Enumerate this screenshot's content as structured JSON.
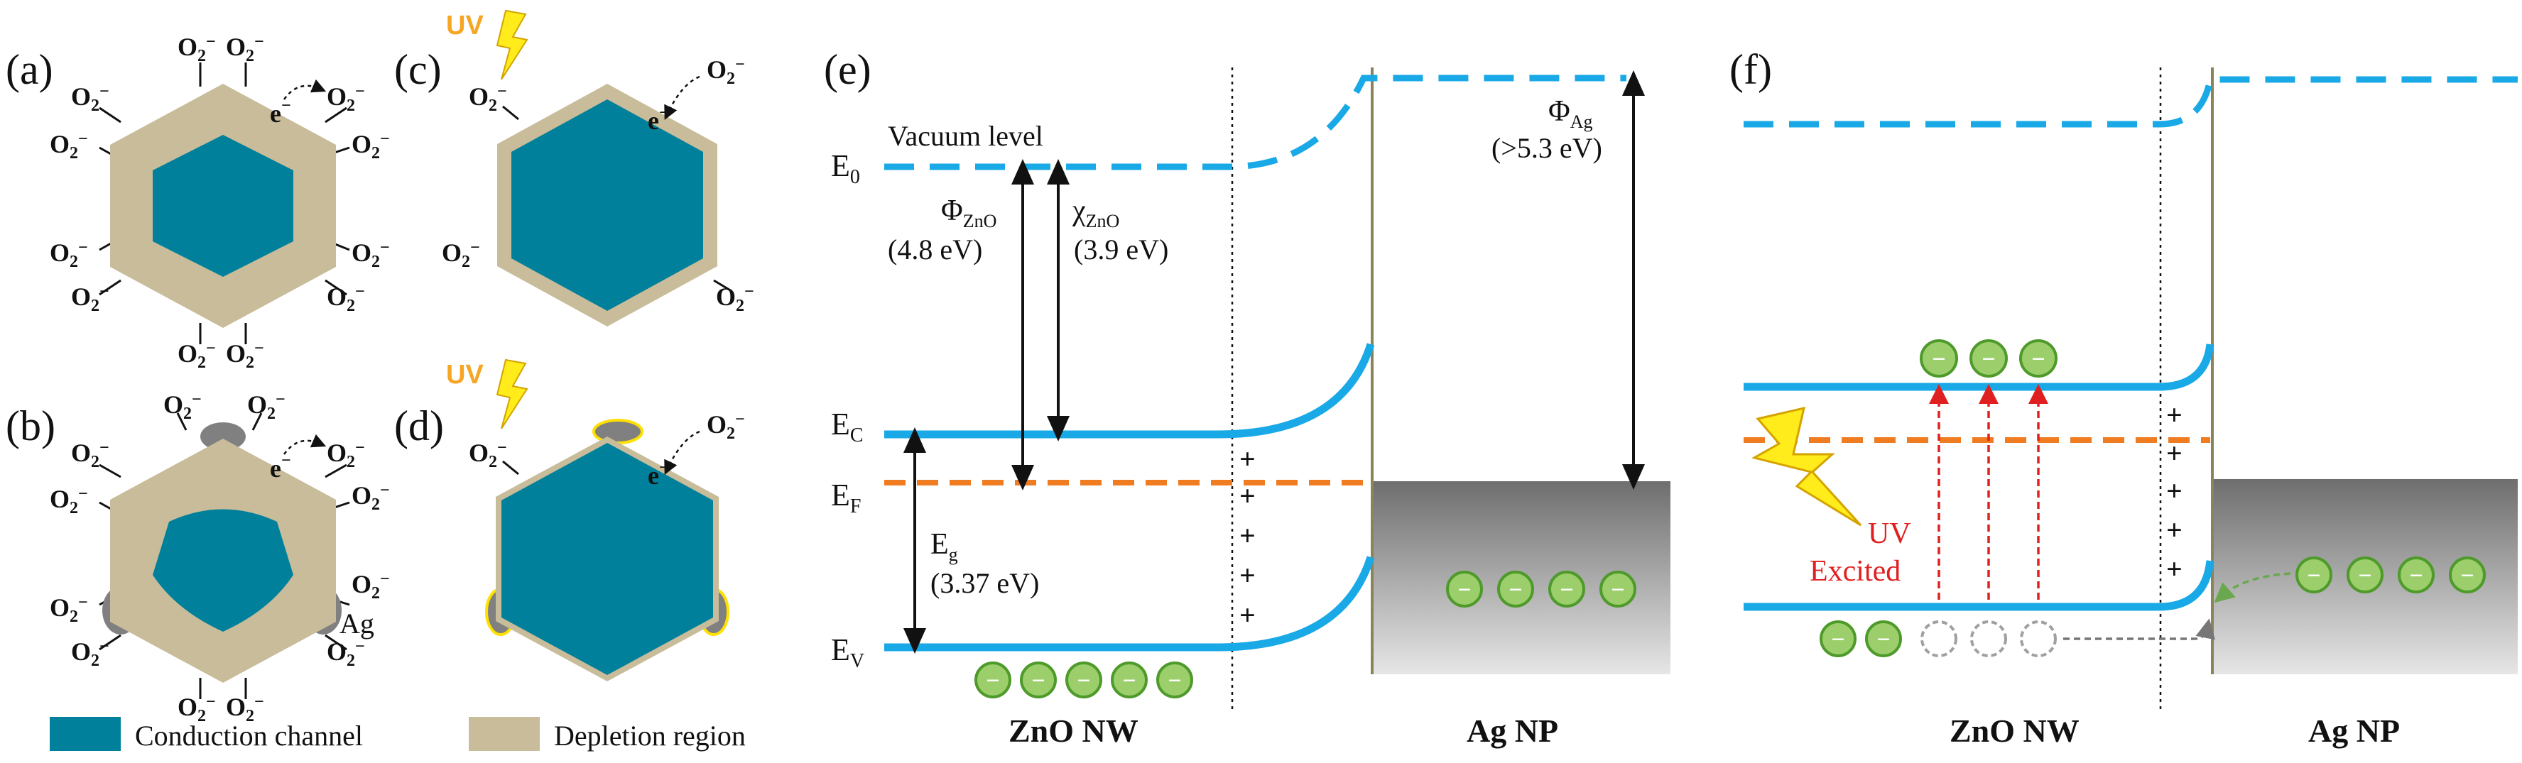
{
  "panels": {
    "a": "(a)",
    "b": "(b)",
    "c": "(c)",
    "d": "(d)",
    "e": "(e)",
    "f": "(f)"
  },
  "species": {
    "oxygen_base": "O",
    "oxygen_sub": "2",
    "oxygen_sup": "−",
    "electron_base": "e",
    "electron_sup": "−"
  },
  "uv": "UV",
  "ag_label": "Ag",
  "legend": {
    "conduction": "Conduction channel",
    "depletion": "Depletion region"
  },
  "band_e": {
    "vacuum": "Vacuum level",
    "e0_base": "E",
    "e0_sub": "0",
    "ec_base": "E",
    "ec_sub": "C",
    "ef_base": "E",
    "ef_sub": "F",
    "ev_base": "E",
    "ev_sub": "V",
    "phi_zno_base": "Φ",
    "phi_zno_sub": "ZnO",
    "phi_zno_val": "(4.8 eV)",
    "chi_zno_base": "χ",
    "chi_zno_sub": "ZnO",
    "chi_zno_val": "(3.9 eV)",
    "eg_base": "E",
    "eg_sub": "g",
    "eg_val": "(3.37 eV)",
    "phi_ag_base": "Φ",
    "phi_ag_sub": "Ag",
    "phi_ag_val": "(>5.3 eV)",
    "zno_nw": "ZnO NW",
    "ag_np": "Ag NP",
    "plus": "+",
    "minus": "−"
  },
  "band_f": {
    "uv": "UV",
    "excited": "Excited",
    "zno_nw": "ZnO NW",
    "ag_np": "Ag NP",
    "plus": "+",
    "minus": "−"
  },
  "colors": {
    "conduction": "#00809a",
    "depletion": "#c8bc9a",
    "band": "#19a9e6",
    "fermi": "#f07c22",
    "electron_fill": "#9ccf6c",
    "electron_stroke": "#4e9a2a",
    "uv": "#f5a623",
    "lightning": "#ffec1a",
    "red": "#e02020"
  }
}
